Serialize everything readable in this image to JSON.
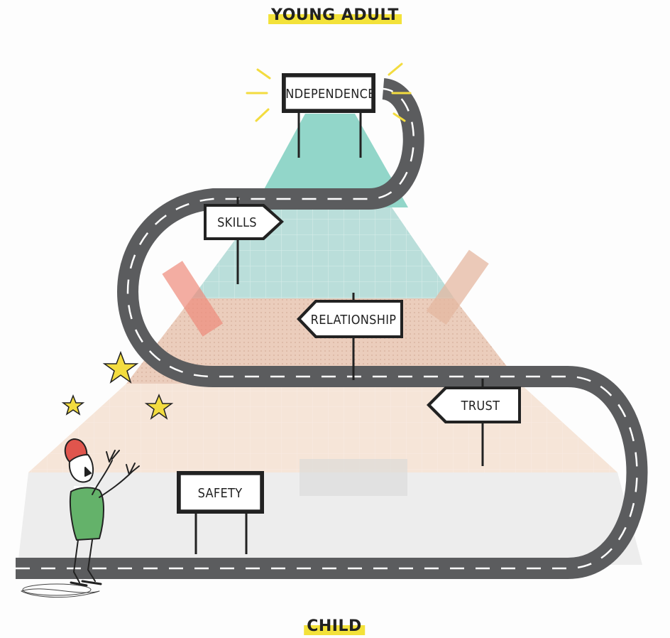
{
  "header": {
    "top_label": "YOUNG ADULT",
    "bottom_label": "CHILD"
  },
  "signs": {
    "independence": "INDEPENDENCE",
    "skills": "SKILLS",
    "relationship": "RELATIONSHIP",
    "trust": "TRUST",
    "safety": "SAFETY"
  },
  "colors": {
    "highlight": "#f3e23a",
    "road": "#5b5c5e",
    "road_marking": "#ffffff",
    "tier_independence": "#7fcfbf",
    "tier_skills": "#b6dcd8",
    "tier_relationship": "#e9c8b5",
    "tier_trust": "#f5e2d4",
    "tier_safety": "#eaeaea",
    "figure_cap": "#e0554d",
    "figure_shirt": "#64b26a",
    "stars": "#f3dc3f"
  },
  "icons": {
    "figure": "person-looking-up-icon",
    "stars": "star-icon",
    "rays": "sparkle-rays-icon"
  }
}
